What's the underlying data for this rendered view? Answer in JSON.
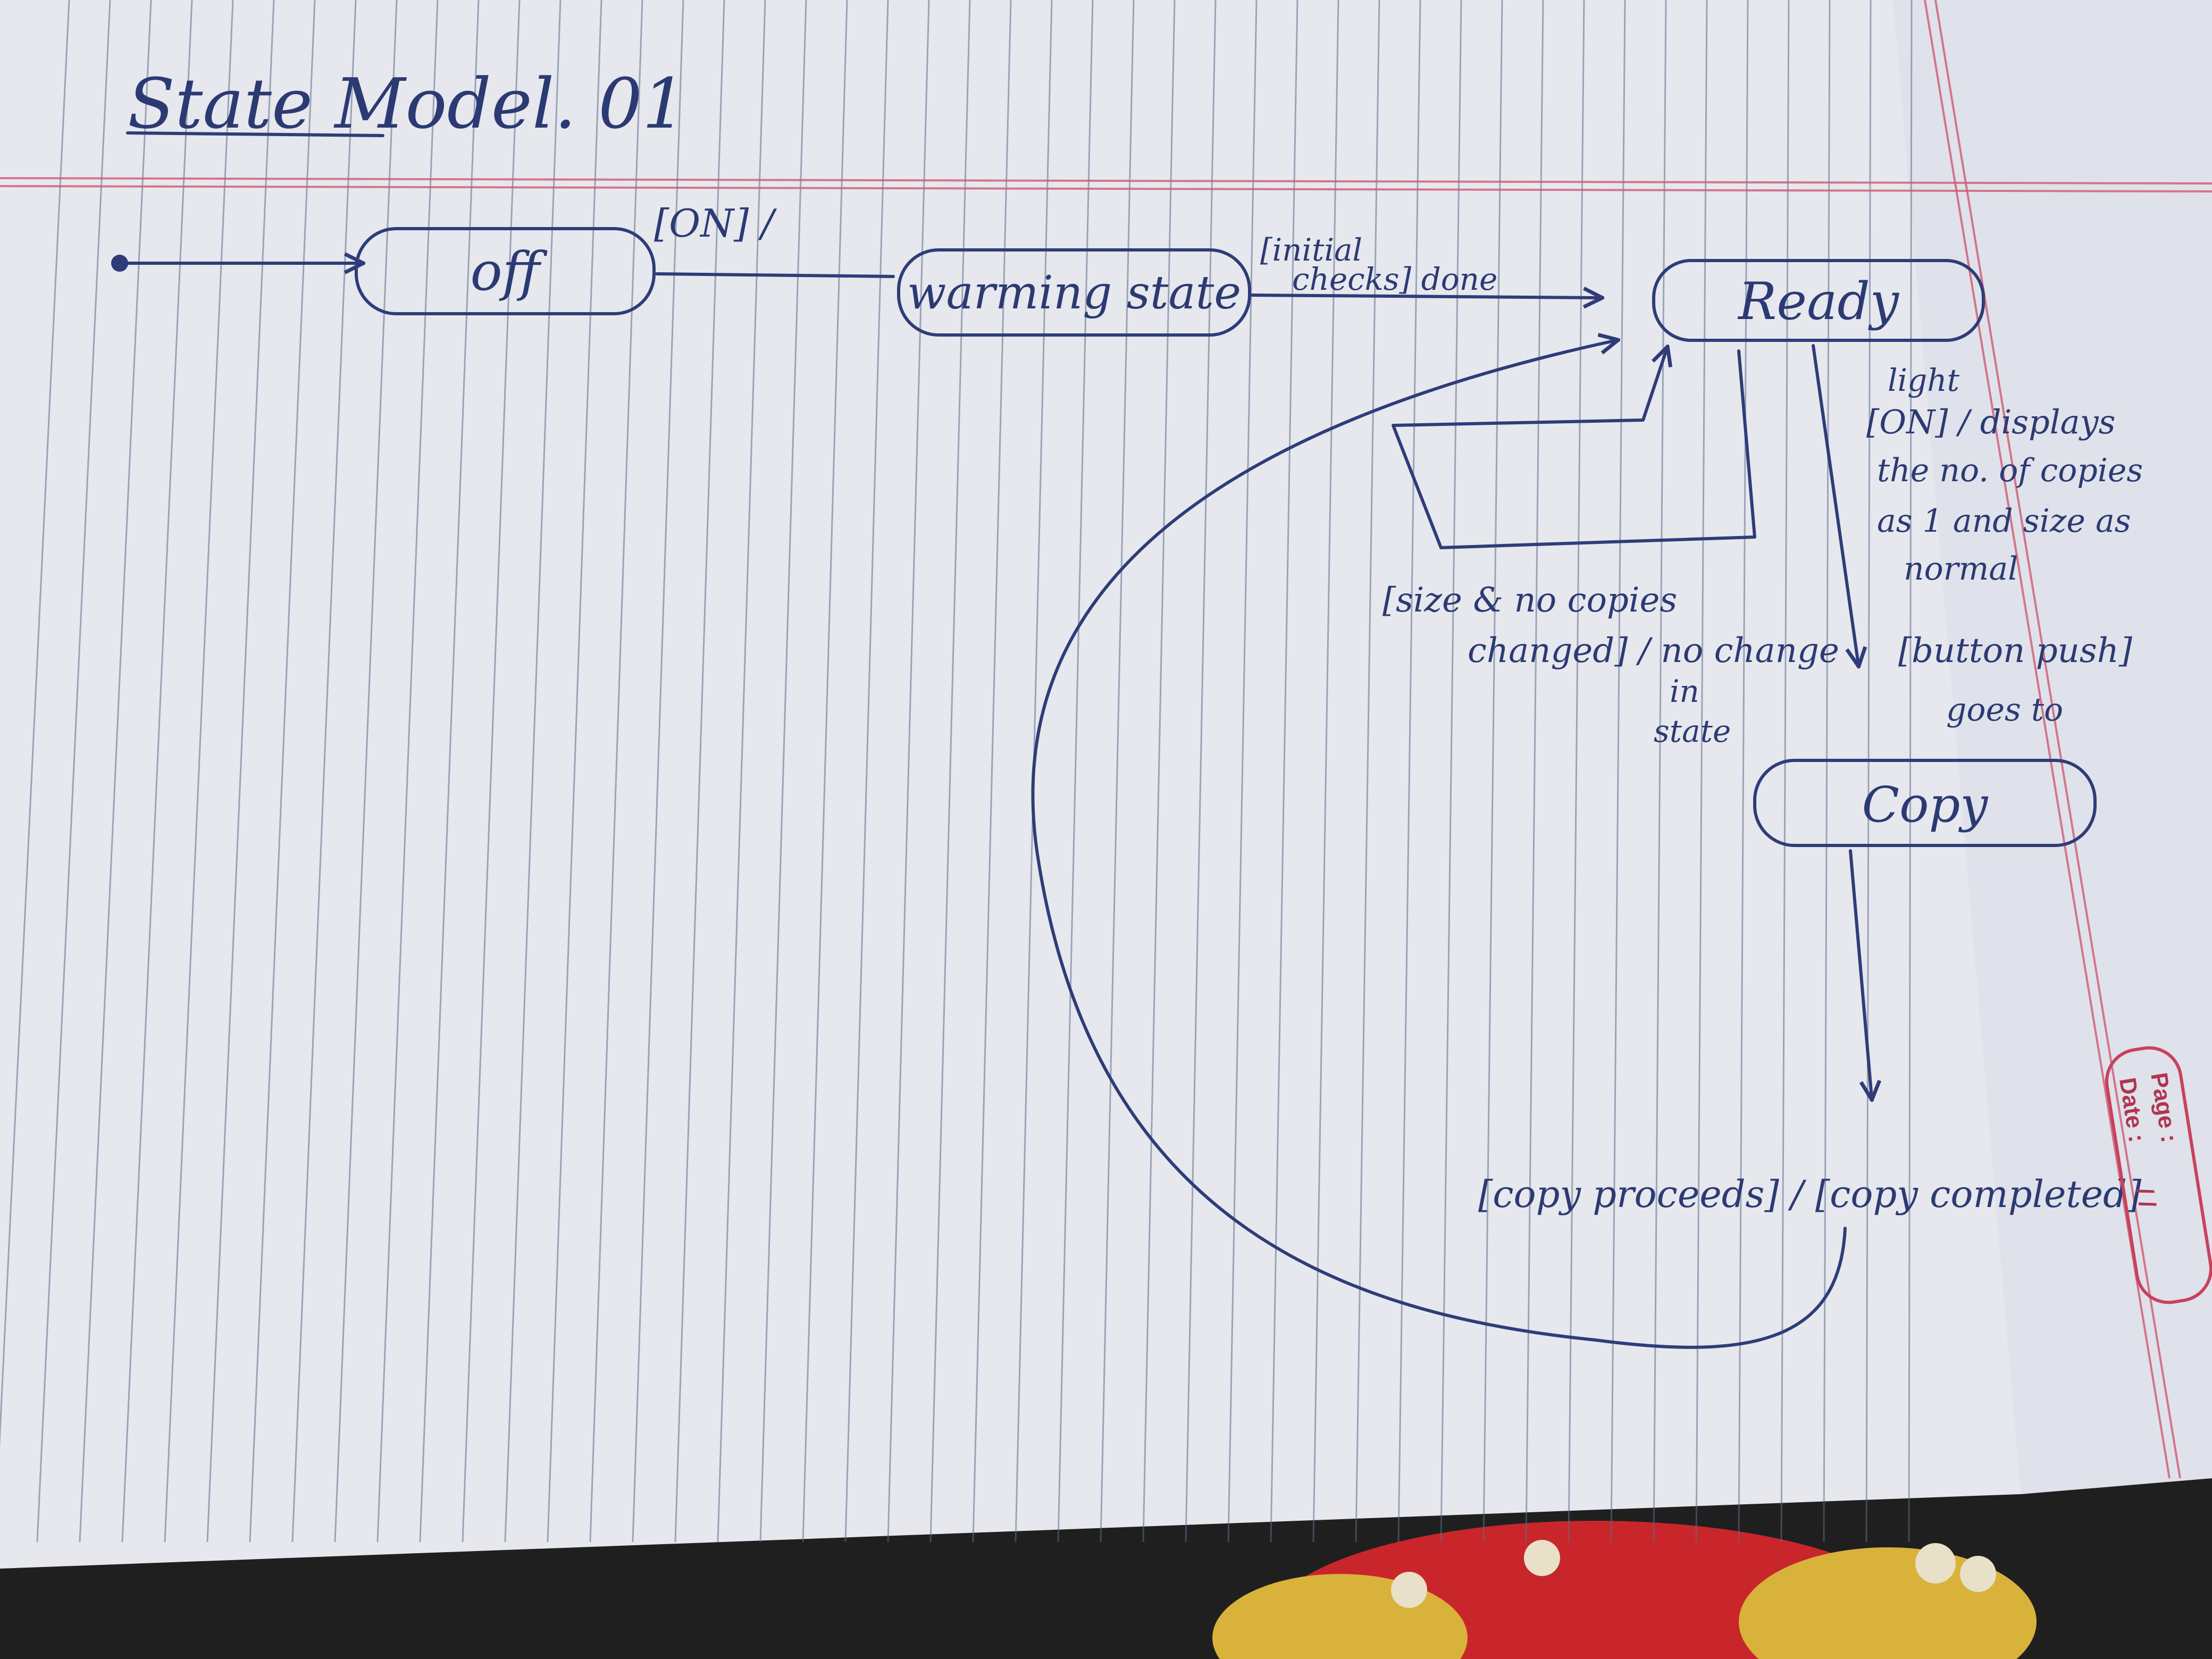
{
  "title": "State Model. 01",
  "states": {
    "off": "off",
    "warming": "warming state",
    "ready": "Ready",
    "copy": "Copy"
  },
  "transitions": {
    "off_to_warming": "[ON] /",
    "warming_to_ready_line1": "[initial",
    "warming_to_ready_line2": "checks] done",
    "self_loop_line1": "[size & no copies",
    "self_loop_line2": "changed] / no change",
    "self_loop_line3": "in",
    "self_loop_line4": "state",
    "light_line1": "light",
    "light_line2": "[ON] / displays",
    "light_line3": "the no. of copies",
    "light_line4": "as 1 and size as",
    "light_line5": "normal",
    "button_line1": "[button push]",
    "button_line2": "goes to",
    "copy_to_ready": "[copy proceeds] / [copy completed]"
  },
  "page_badge": {
    "page_label": "Page :",
    "date_label": "Date :",
    "date_value": "/ /"
  },
  "colors": {
    "paper": "#e6e8ee",
    "ink": "#2f3c78",
    "margin_red": "#cf5a73"
  }
}
